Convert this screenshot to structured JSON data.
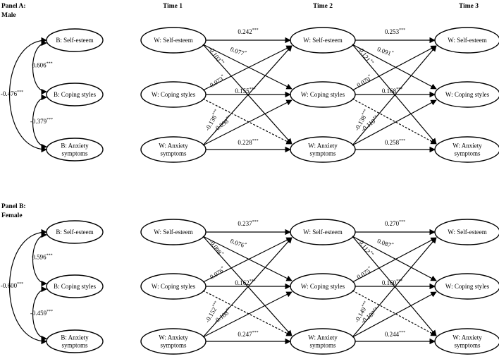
{
  "headers": {
    "time1": "Time 1",
    "time2": "Time 2",
    "time3": "Time 3"
  },
  "panels": [
    {
      "title_line1": "Panel A:",
      "title_line2": "Male",
      "between": {
        "nodes": [
          {
            "lines": [
              "B: Self-esteem"
            ]
          },
          {
            "lines": [
              "B: Coping styles"
            ]
          },
          {
            "lines": [
              "B: Anxiety",
              "symptoms"
            ]
          }
        ],
        "correlations": {
          "se_cs": "0.606",
          "cs_ax": "-0.379",
          "se_ax": "-0.476"
        },
        "stars": {
          "se_cs": "***",
          "cs_ax": "***",
          "se_ax": "***"
        }
      },
      "within": {
        "nodes": [
          {
            "lines": [
              "W: Self-esteem"
            ]
          },
          {
            "lines": [
              "W: Coping styles"
            ]
          },
          {
            "lines": [
              "W: Anxiety",
              "symptoms"
            ]
          }
        ],
        "paths_t1_t2": {
          "se_se": [
            "0.242",
            "***"
          ],
          "se_cs": [
            "0.077",
            "*"
          ],
          "se_ax": [
            "-0.102",
            "**"
          ],
          "cs_se": [
            "0.073",
            "*"
          ],
          "cs_cs": [
            "0.155",
            "***"
          ],
          "ax_se": [
            "-0.138",
            "***"
          ],
          "ax_cs": [
            "-0.098",
            "**"
          ],
          "ax_ax": [
            "0.228",
            "***"
          ]
        },
        "paths_t2_t3": {
          "se_se": [
            "0.253",
            "***"
          ],
          "se_cs": [
            "0.091",
            "*"
          ],
          "se_ax": [
            "-0.121",
            "**"
          ],
          "cs_se": [
            "0.070",
            "*"
          ],
          "cs_cs": [
            "0.168",
            "***"
          ],
          "ax_se": [
            "-0.138",
            "***"
          ],
          "ax_cs": [
            "-0.110",
            "**"
          ],
          "ax_ax": [
            "0.258",
            "***"
          ]
        }
      }
    },
    {
      "title_line1": "Panel B:",
      "title_line2": "Female",
      "between": {
        "nodes": [
          {
            "lines": [
              "B: Self-esteem"
            ]
          },
          {
            "lines": [
              "B: Coping styles"
            ]
          },
          {
            "lines": [
              "B: Anxiety",
              "symptoms"
            ]
          }
        ],
        "correlations": {
          "se_cs": "0.596",
          "cs_ax": "-0.459",
          "se_ax": "-0.600"
        },
        "stars": {
          "se_cs": "***",
          "cs_ax": "***",
          "se_ax": "***"
        }
      },
      "within": {
        "nodes": [
          {
            "lines": [
              "W: Self-esteem"
            ]
          },
          {
            "lines": [
              "W: Coping styles"
            ]
          },
          {
            "lines": [
              "W: Anxiety",
              "symptoms"
            ]
          }
        ],
        "paths_t1_t2": {
          "se_se": [
            "0.237",
            "***"
          ],
          "se_cs": [
            "0.076",
            "*"
          ],
          "se_ax": [
            "-0.098",
            "*"
          ],
          "cs_se": [
            "0.076",
            "*"
          ],
          "cs_cs": [
            "0.162",
            "***"
          ],
          "ax_se": [
            "-0.152",
            "***"
          ],
          "ax_cs": [
            "-0.108",
            "**"
          ],
          "ax_ax": [
            "0.247",
            "***"
          ]
        },
        "paths_t2_t3": {
          "se_se": [
            "0.270",
            "***"
          ],
          "se_cs": [
            "0.087",
            "*"
          ],
          "se_ax": [
            "-0.112",
            "**"
          ],
          "cs_se": [
            "0.075",
            "*"
          ],
          "cs_cs": [
            "0.160",
            "***"
          ],
          "ax_se": [
            "-0.149",
            "***"
          ],
          "ax_cs": [
            "-0.107",
            "**"
          ],
          "ax_ax": [
            "0.244",
            "***"
          ]
        }
      }
    }
  ]
}
